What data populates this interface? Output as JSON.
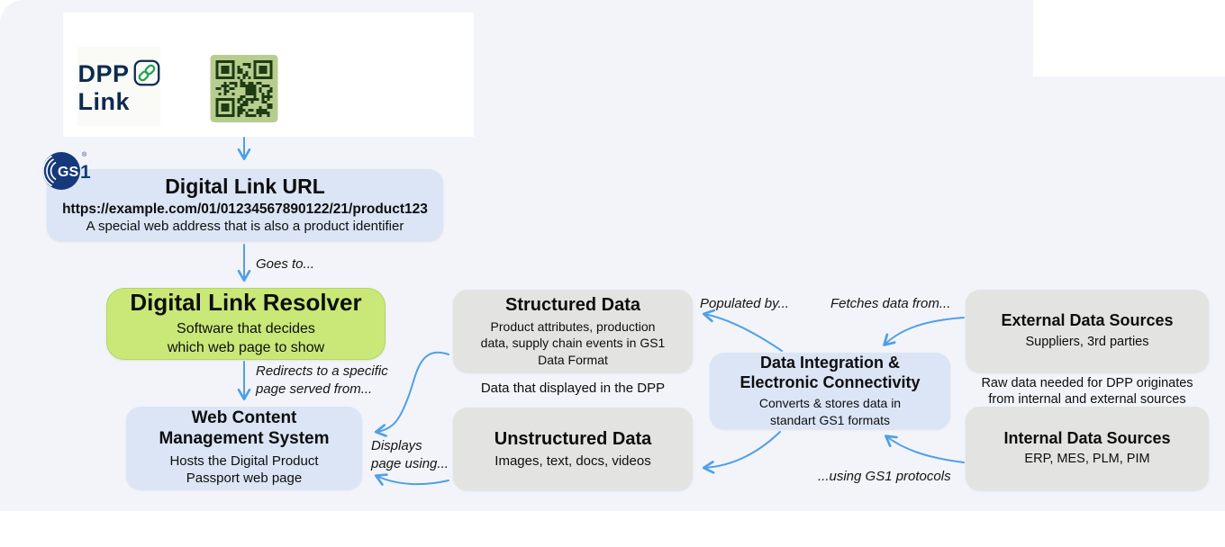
{
  "colors": {
    "canvas_bg": "#f2f4f9",
    "arrow_blue": "#4f9fe8",
    "node_blue": "#dbe5f6",
    "node_green": "#c9e878",
    "node_gray": "#e3e3e1",
    "gs1_navy": "#16397b",
    "dpp_navy": "#0d2b4e",
    "link_green": "#23a455",
    "qr_bg": "#b7cd90",
    "qr_fg": "#1e3b12"
  },
  "header_card": {
    "logo_line1": "DPP",
    "logo_line2": "Link",
    "link_icon": "chain-link-icon",
    "qr": "qr-code"
  },
  "gs1_badge": {
    "gs": "GS",
    "one": "1",
    "reg": "®"
  },
  "nodes": {
    "digital_link_url": {
      "title": "Digital Link URL",
      "url": "https://example.com/01/01234567890122/21/product123",
      "desc": "A special web address that is also a product identifier"
    },
    "resolver": {
      "title": "Digital Link Resolver",
      "desc": "Software that decides\nwhich web page to show"
    },
    "wcms": {
      "title": "Web Content\nManagement System",
      "desc": "Hosts the Digital Product\nPassport web page"
    },
    "structured": {
      "title": "Structured  Data",
      "desc": "Product attributes, production\ndata, supply chain events in GS1\nData Format"
    },
    "unstructured": {
      "title": "Unstructured  Data",
      "desc": "Images, text, docs, videos"
    },
    "integration": {
      "title": "Data  Integration &\nElectronic Connectivity",
      "desc": "Converts & stores data in\nstandart GS1 formats"
    },
    "external": {
      "title": "External Data Sources",
      "desc": "Suppliers, 3rd parties"
    },
    "internal": {
      "title": "Internal Data Sources",
      "desc": "ERP, MES, PLM, PIM"
    }
  },
  "labels": {
    "goes_to": "Goes to...",
    "redirects": "Redirects to a specific\npage served from...",
    "displays": "Displays\npage using...",
    "populated": "Populated by...",
    "fetches": "Fetches data from...",
    "using_gs1": "...using GS1 protocols",
    "dpp_note": "Data that displayed in the DPP",
    "raw_note": "Raw data needed for DPP originates\nfrom internal and external sources"
  }
}
